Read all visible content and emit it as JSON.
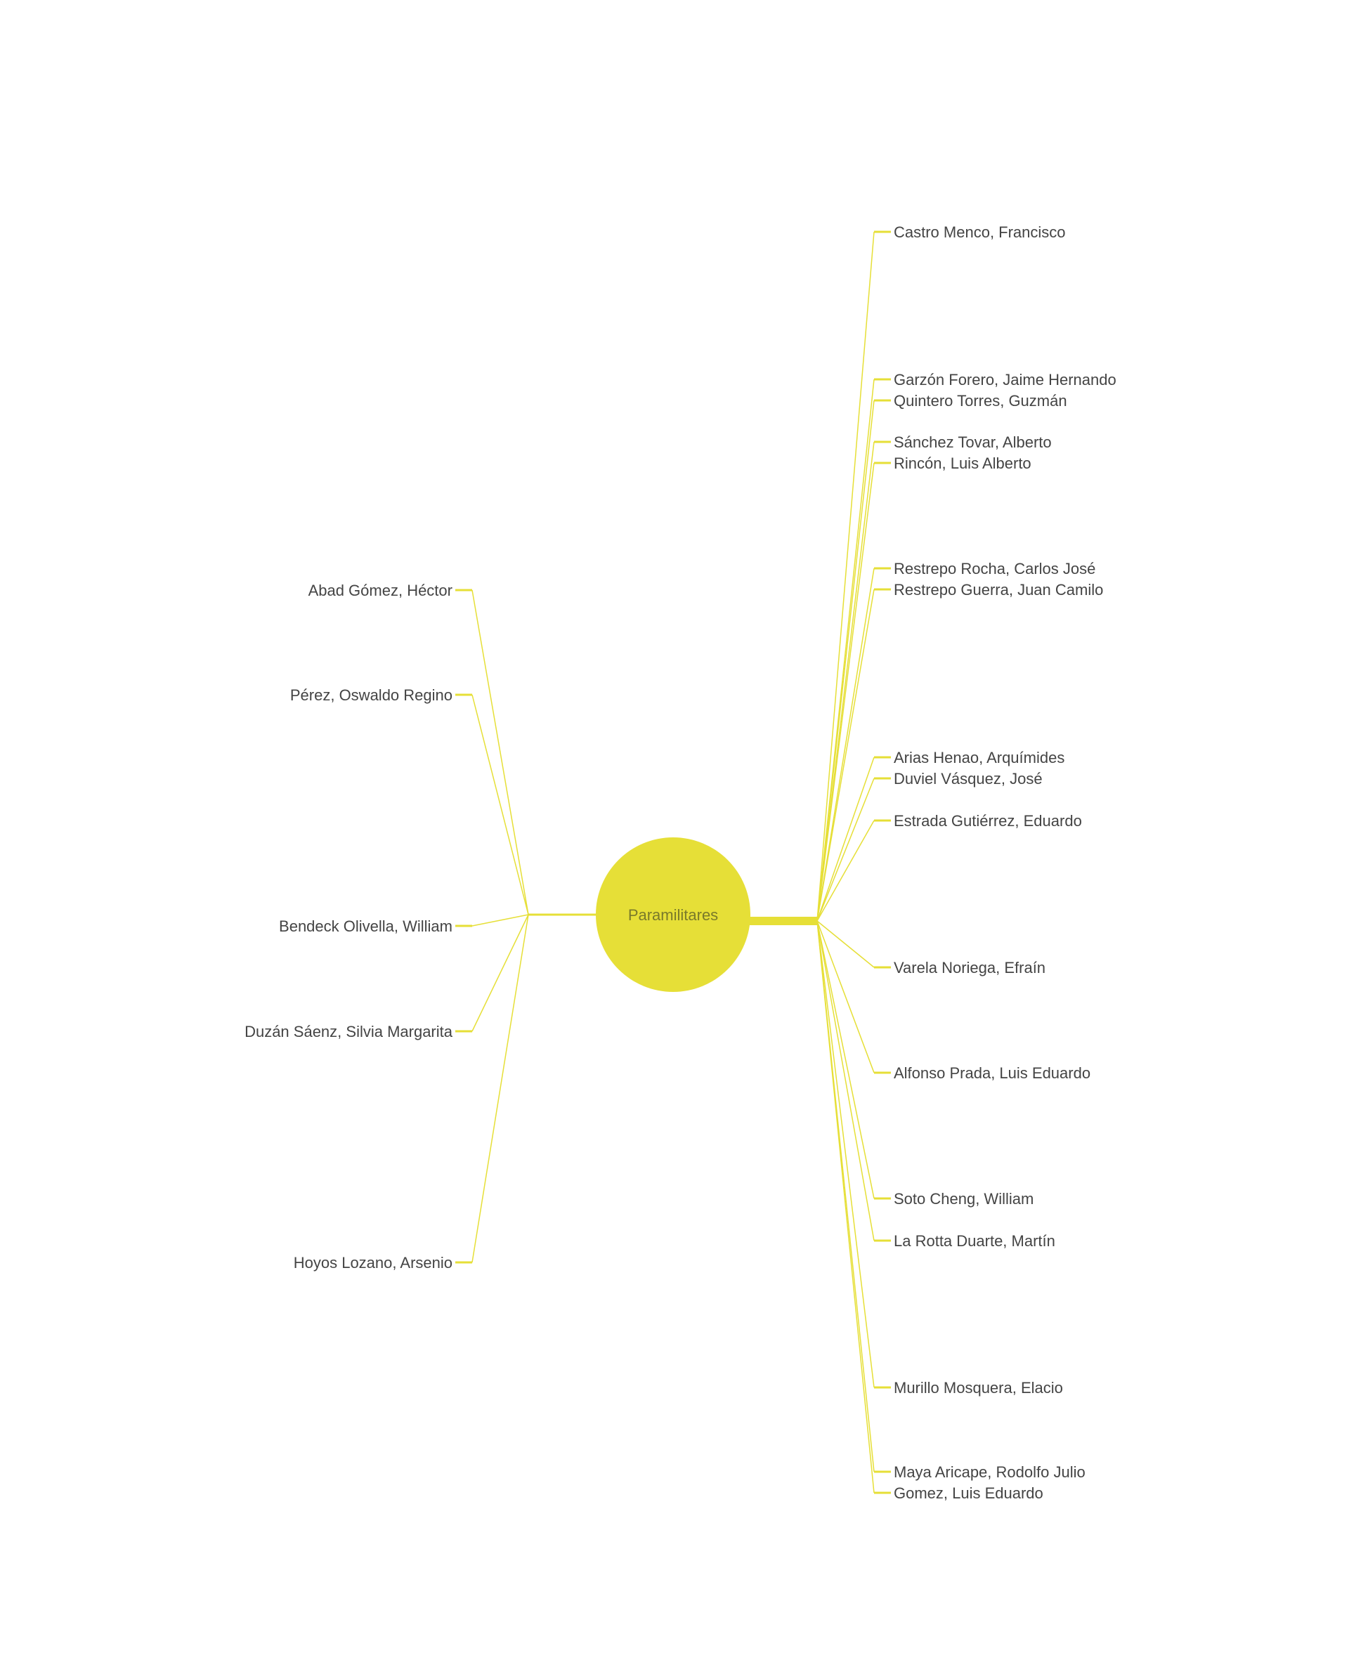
{
  "colors": {
    "accent": "#e6df37",
    "text": "#444444",
    "center_text": "#7a7a2a"
  },
  "center": {
    "label": "Paramilitares"
  },
  "left_nodes": [
    "Abad Gómez, Héctor",
    "Pérez, Oswaldo Regino",
    "Bendeck Olivella, William",
    "Duzán Sáenz, Silvia Margarita",
    "Hoyos Lozano, Arsenio"
  ],
  "right_nodes": [
    "Castro Menco, Francisco",
    "Garzón Forero, Jaime Hernando",
    "Quintero Torres, Guzmán",
    "Sánchez Tovar, Alberto",
    "Rincón, Luis Alberto",
    "Restrepo Rocha, Carlos José",
    "Restrepo Guerra, Juan Camilo",
    "Arias Henao, Arquímides",
    "Duviel Vásquez, José",
    "Estrada Gutiérrez, Eduardo",
    "Varela Noriega, Efraín",
    "Alfonso Prada, Luis Eduardo",
    "Soto Cheng, William",
    "La Rotta Duarte, Martín",
    "Murillo Mosquera, Elacio",
    "Maya Aricape, Rodolfo Julio",
    "Gomez, Luis Eduardo"
  ]
}
